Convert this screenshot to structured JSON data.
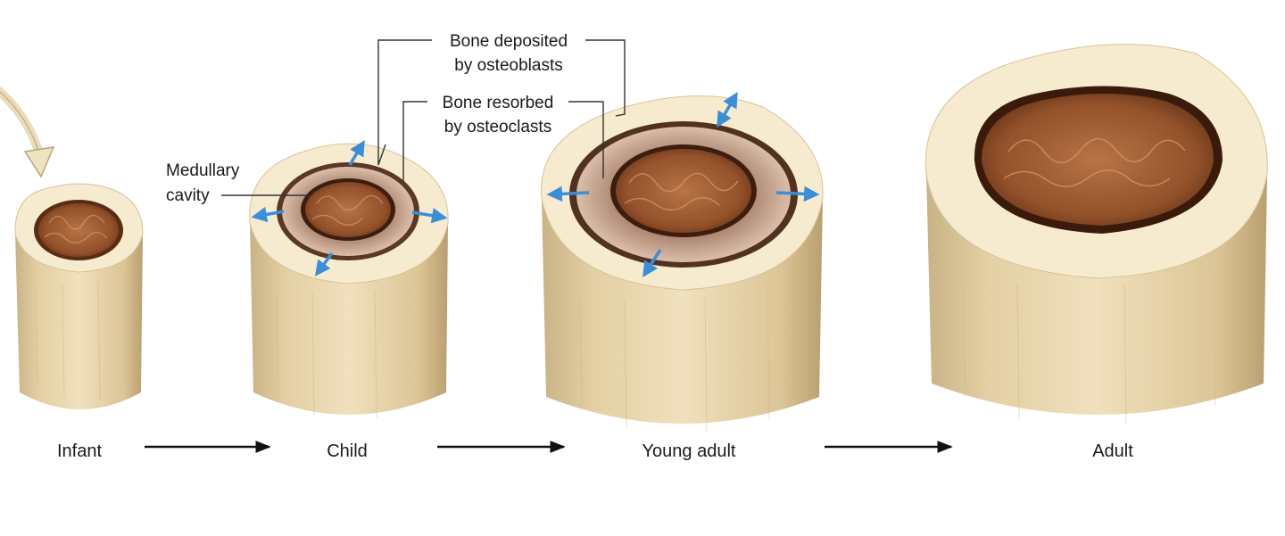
{
  "labels": {
    "bone_deposited_line1": "Bone deposited",
    "bone_deposited_line2": "by osteoblasts",
    "bone_resorbed_line1": "Bone resorbed",
    "bone_resorbed_line2": "by osteoclasts",
    "medullary_line1": "Medullary",
    "medullary_line2": "cavity"
  },
  "stages": {
    "infant": "Infant",
    "child": "Child",
    "young_adult": "Young adult",
    "adult": "Adult"
  },
  "colors": {
    "shaft": "#ead9b4",
    "shaft_shadow": "#c9b386",
    "top_surface": "#f6ebcf",
    "spongy": "#a8643a",
    "spongy_dark": "#6e3a1c",
    "resorption_zone": "#c9a490",
    "arrow_blue": "#3b8fd9",
    "leader_line": "#333333",
    "curved_arrow": "#efe2c0"
  }
}
